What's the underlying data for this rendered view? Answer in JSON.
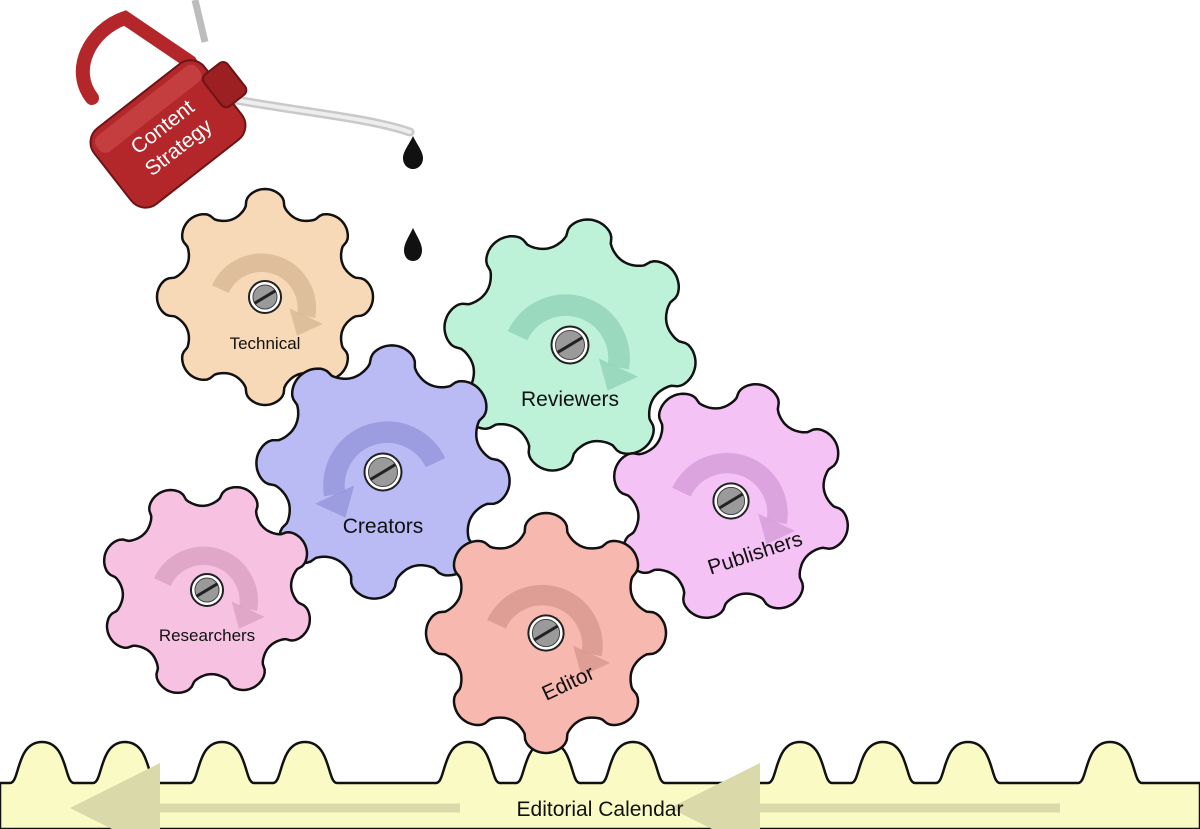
{
  "oil_can": {
    "label_line1": "Content",
    "label_line2": "Strategy",
    "color": "#b3262a"
  },
  "gears": [
    {
      "id": "technical",
      "label": "Technical",
      "color": "#f7d9b7",
      "arrow": "#d9b897"
    },
    {
      "id": "reviewers",
      "label": "Reviewers",
      "color": "#bdf2d8",
      "arrow": "#94d5b8"
    },
    {
      "id": "creators",
      "label": "Creators",
      "color": "#babaf5",
      "arrow": "#9696dc"
    },
    {
      "id": "publishers",
      "label": "Publishers",
      "color": "#f5c2f5",
      "arrow": "#d79fd9"
    },
    {
      "id": "researchers",
      "label": "Researchers",
      "color": "#f7c2e2",
      "arrow": "#dda2c4"
    },
    {
      "id": "editor",
      "label": "Editor",
      "color": "#f7b8b0",
      "arrow": "#d99891"
    }
  ],
  "calendar": {
    "label": "Editorial Calendar",
    "color": "#fafac4",
    "arrow": "#d9d9aa"
  }
}
